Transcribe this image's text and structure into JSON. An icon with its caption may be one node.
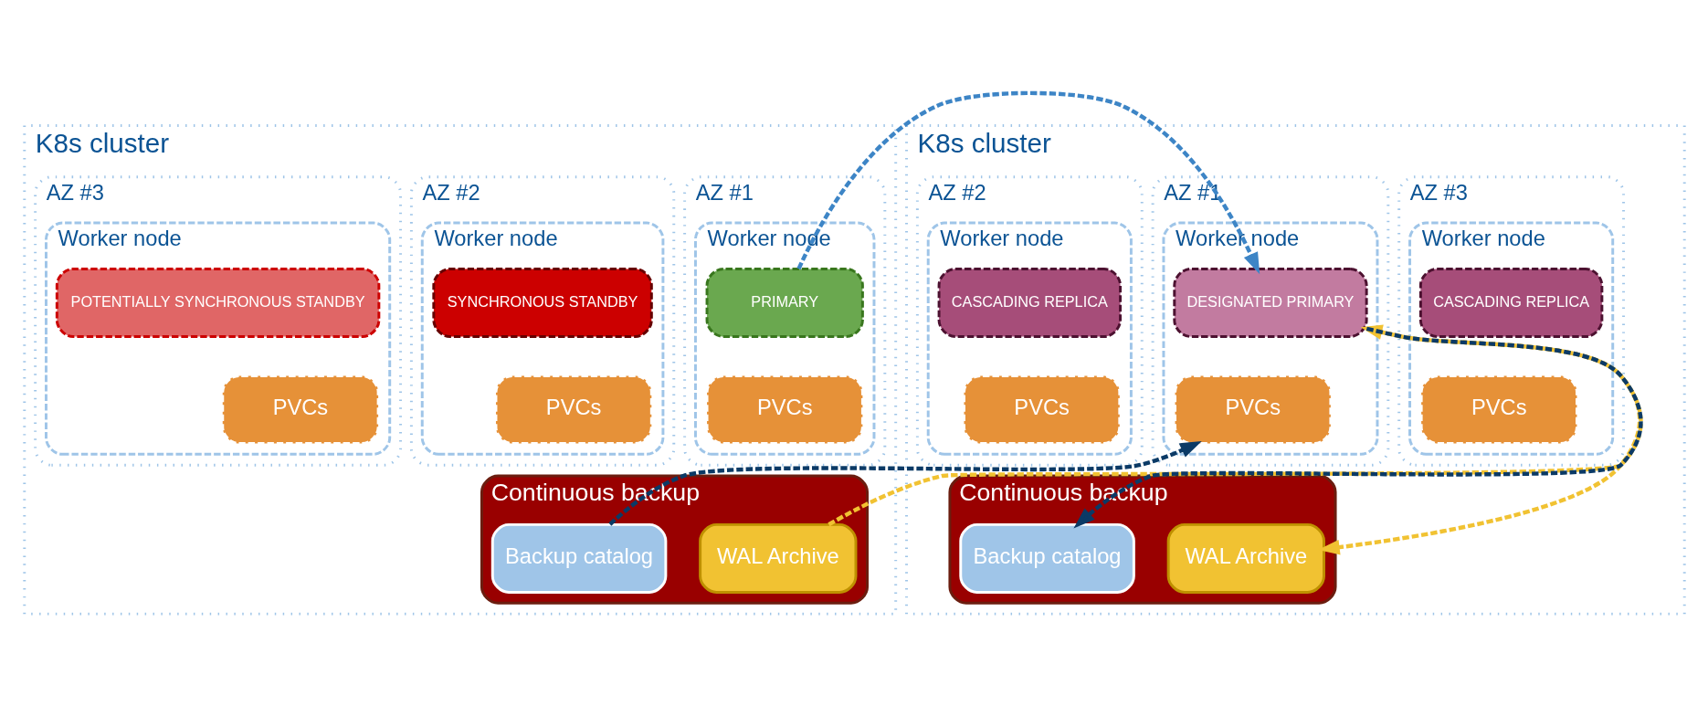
{
  "diagram": {
    "nodes": [
      {
        "text": [
          "K8s cluster"
        ]
      },
      {
        "text": [
          "AZ #1"
        ],
        "in": 0
      },
      {
        "text": [
          "Worker node"
        ],
        "in": 1
      },
      {
        "text": [
          "PRIMARY"
        ],
        "in": 2
      },
      {
        "text": [
          "PVCs"
        ],
        "in": 2
      },
      {
        "text": [
          "AZ #2"
        ],
        "in": 0
      },
      {
        "text": [
          "Worker node"
        ],
        "in": 5
      },
      {
        "text": [
          "SYNCHRONOUS STANDBY"
        ],
        "in": 6
      },
      {
        "text": [
          "PVCs"
        ],
        "in": 6
      },
      {
        "text": [
          "AZ #3"
        ],
        "in": 0
      },
      {
        "text": [
          "Worker node"
        ],
        "in": 9
      },
      {
        "text": [
          "POTENTIALLY SYNCHRONOUS STANDBY"
        ],
        "in": 10
      },
      {
        "text": [
          "PVCs"
        ],
        "in": 10
      },
      {
        "text": [
          "Continuous backup"
        ],
        "in": 0
      },
      {
        "text": [
          "WAL Archive"
        ],
        "in": 13
      },
      {
        "text": [
          "Backup catalog"
        ],
        "in": 13
      },
      {
        "text": [
          "K8s cluster"
        ]
      },
      {
        "text": [
          "AZ #1"
        ],
        "in": 16
      },
      {
        "text": [
          "Worker node"
        ],
        "in": 17
      },
      {
        "text": [
          "DESIGNATED PRIMARY"
        ],
        "in": 18
      },
      {
        "text": [
          "PVCs"
        ],
        "in": 18
      },
      {
        "text": [
          "AZ #2"
        ],
        "in": 16
      },
      {
        "text": [
          "Worker node"
        ],
        "in": 21
      },
      {
        "text": [
          "CASCADING REPLICA"
        ],
        "in": 22
      },
      {
        "text": [
          "PVCs"
        ],
        "in": 22
      },
      {
        "text": [
          "AZ #3"
        ],
        "in": 16
      },
      {
        "text": [
          "Worker node"
        ],
        "in": 25
      },
      {
        "text": [
          "CASCADING REPLICA"
        ],
        "in": 26
      },
      {
        "text": [
          "PVCs"
        ],
        "in": 26
      },
      {
        "text": [
          "Continuous backup"
        ],
        "in": 16
      },
      {
        "text": [
          "WAL Archive"
        ],
        "in": 29
      },
      {
        "text": [
          "Backup catalog"
        ],
        "in": 29
      }
    ],
    "edges": [
      {
        "from": 3,
        "to": 19,
        "arrow": "to",
        "style": "dashed",
        "color": "#3d85c6"
      },
      {
        "from": 14,
        "to": 19,
        "arrow": "to",
        "style": "dashed",
        "color": "#f1c232"
      },
      {
        "from": 15,
        "to": 20,
        "arrow": "to",
        "style": "dashed",
        "color": "#0b3a66"
      },
      {
        "from": 19,
        "to": 30,
        "arrow": "to",
        "style": "dashed",
        "color": "#f1c232"
      },
      {
        "from": 19,
        "to": 31,
        "arrow": "to",
        "style": "dashed",
        "color": "#0b3a66"
      }
    ]
  }
}
